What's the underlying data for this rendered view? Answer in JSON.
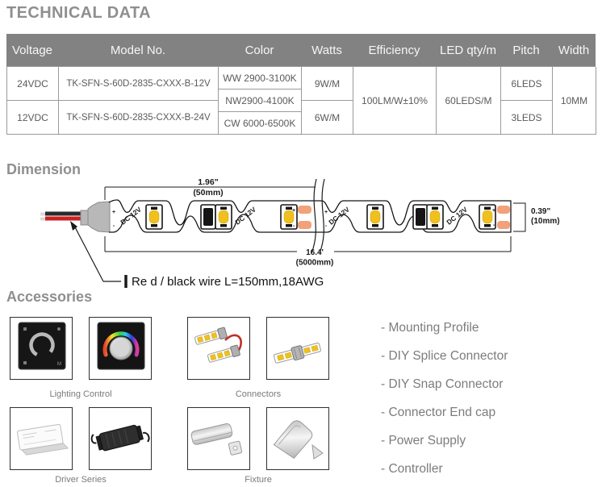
{
  "title": "TECHNICAL DATA",
  "table": {
    "headers": [
      "Voltage",
      "Model No.",
      "Color",
      "Watts",
      "Efficiency",
      "LED qty/m",
      "Pitch",
      "Width"
    ],
    "voltages": [
      "24VDC",
      "12VDC"
    ],
    "models": [
      "TK-SFN-S-60D-2835-CXXX-B-12V",
      "TK-SFN-S-60D-2835-CXXX-B-24V"
    ],
    "color_temps": [
      "WW 2900-3100K",
      "NW2900-4100K",
      "CW 6000-6500K"
    ],
    "watts": [
      "9W/M",
      "6W/M"
    ],
    "efficiency": "100LM/W±10%",
    "led_qty": "60LEDS/M",
    "pitch": [
      "6LEDS",
      "3LEDS"
    ],
    "width": "10MM"
  },
  "dimension": {
    "heading": "Dimension",
    "section_length_in": "1.96\"",
    "section_length_mm": "(50mm)",
    "reel_length_ft": "16.4'",
    "reel_length_mm": "(5000mm)",
    "strip_width_in": "0.39\"",
    "strip_width_mm": "(10mm)",
    "dc_label": "DC 12V",
    "plus": "+",
    "minus": "-",
    "panel_m_label": "M",
    "wire_note": "Re d / black wire L=150mm,18AWG"
  },
  "accessories": {
    "heading": "Accessories",
    "group_labels": [
      "Lighting Control",
      "Connectors",
      "Driver Series",
      "Fixture"
    ],
    "list": [
      "- Mounting Profile",
      "- DIY Splice Connector",
      "- DIY Snap Connector",
      "- Connector End cap",
      "- Power Supply",
      "- Controller"
    ]
  },
  "colors": {
    "heading_gray": "#8f8f8f",
    "table_header_bg": "#828282",
    "table_border": "#9a9a9a",
    "led_yellow": "#f0c01e",
    "pad_orange": "#f2a17a",
    "wire_red": "#cf2020",
    "wire_black": "#2b2b2b",
    "connector_gray": "#b8b8b8"
  }
}
